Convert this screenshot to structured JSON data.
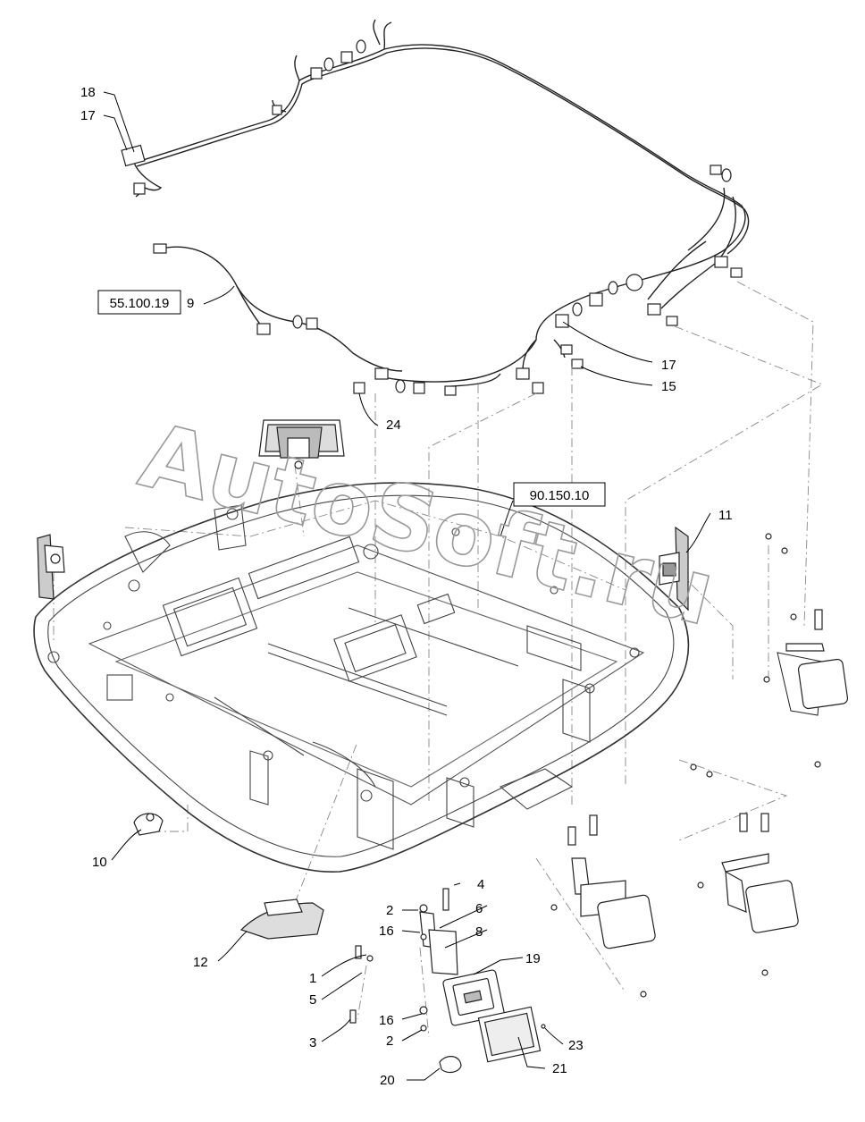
{
  "diagram": {
    "reference_boxes": [
      {
        "id": "ref-55",
        "label": "55.100.19",
        "callout": "9"
      },
      {
        "id": "ref-90",
        "label": "90.150.10"
      }
    ],
    "callouts": [
      {
        "id": "c18",
        "label": "18"
      },
      {
        "id": "c17a",
        "label": "17"
      },
      {
        "id": "c9",
        "label": "9"
      },
      {
        "id": "c17b",
        "label": "17"
      },
      {
        "id": "c15",
        "label": "15"
      },
      {
        "id": "c24",
        "label": "24"
      },
      {
        "id": "c11",
        "label": "11"
      },
      {
        "id": "c10",
        "label": "10"
      },
      {
        "id": "c4",
        "label": "4"
      },
      {
        "id": "c2a",
        "label": "2"
      },
      {
        "id": "c6",
        "label": "6"
      },
      {
        "id": "c16a",
        "label": "16"
      },
      {
        "id": "c8",
        "label": "8"
      },
      {
        "id": "c12",
        "label": "12"
      },
      {
        "id": "c1",
        "label": "1"
      },
      {
        "id": "c19",
        "label": "19"
      },
      {
        "id": "c5",
        "label": "5"
      },
      {
        "id": "c16b",
        "label": "16"
      },
      {
        "id": "c3",
        "label": "3"
      },
      {
        "id": "c2b",
        "label": "2"
      },
      {
        "id": "c23",
        "label": "23"
      },
      {
        "id": "c21",
        "label": "21"
      },
      {
        "id": "c20",
        "label": "20"
      }
    ],
    "watermark": "AutoSoft.ru"
  }
}
